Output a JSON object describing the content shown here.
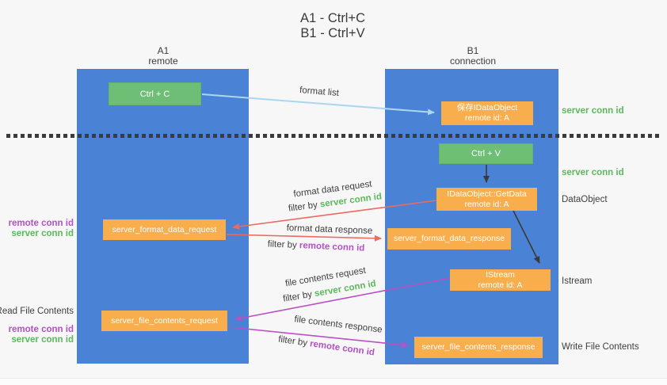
{
  "title": {
    "line1": "A1 - Ctrl+C",
    "line2": "B1 - Ctrl+V"
  },
  "lifelines": {
    "a1": {
      "name": "A1",
      "role": "remote"
    },
    "b1": {
      "name": "B1",
      "role": "connection"
    }
  },
  "nodes": {
    "ctrl_c": "Ctrl + C",
    "ctrl_v": "Ctrl + V",
    "save_dataobject": {
      "line1": "保存IDataObject",
      "line2": "remote id: A"
    },
    "getdata": {
      "line1": "IDataObject::GetData",
      "line2": "remote id: A"
    },
    "istream": {
      "line1": "IStream",
      "line2": "remote id: A"
    },
    "format_request": "server_format_data_request",
    "format_response": "server_format_data_response",
    "file_request": "server_file_contents_request",
    "file_response": "server_file_contents_response"
  },
  "arrow_labels": {
    "format_list": "format list",
    "format_data_request": "format data request",
    "format_data_response": "format data response",
    "file_contents_request": "file contents request",
    "file_contents_response": "file contents response",
    "filter_by": "filter by ",
    "server_conn_id": "server conn id",
    "remote_conn_id": "remote conn id"
  },
  "side_labels": {
    "left": [
      "remote conn id",
      "server conn id",
      "Read File Contents",
      "remote conn id",
      "server conn id"
    ],
    "right": [
      "server conn id",
      "server conn id",
      "DataObject",
      "Istream",
      "Write File Contents"
    ]
  },
  "colors": {
    "background": "#f7f7f7",
    "column_blue": "#4a82d6",
    "box_green": "#6fbe76",
    "box_orange": "#f9ae4d",
    "label_green": "#5cb85c",
    "label_purple": "#b44fc8",
    "arrow_blue": "#a9d7f2",
    "arrow_red": "#ed6a5f",
    "arrow_purple": "#bb4fc4",
    "arrow_black": "#3a3a3a"
  }
}
